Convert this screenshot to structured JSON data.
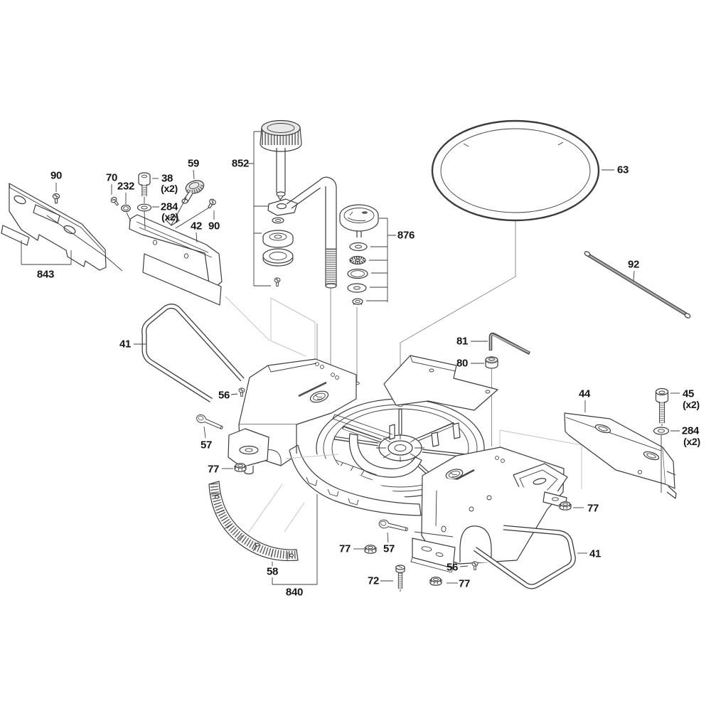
{
  "figure": {
    "type": "exploded-parts-diagram",
    "line_color": "#3b3b3b",
    "ghost_line_color": "#c3c3c3",
    "metal_fill": "#e9e9e9",
    "background": "#ffffff"
  },
  "labels": [
    {
      "text": "90"
    },
    {
      "text": "70"
    },
    {
      "text": "232"
    },
    {
      "text": "38"
    },
    {
      "text": "(x2)"
    },
    {
      "text": "284"
    },
    {
      "text": "(x2)"
    },
    {
      "text": "59"
    },
    {
      "text": "42"
    },
    {
      "text": "90"
    },
    {
      "text": "852"
    },
    {
      "text": "876"
    },
    {
      "text": "63"
    },
    {
      "text": "92"
    },
    {
      "text": "81"
    },
    {
      "text": "80"
    },
    {
      "text": "44"
    },
    {
      "text": "45"
    },
    {
      "text": "(x2)"
    },
    {
      "text": "284"
    },
    {
      "text": "(x2)"
    },
    {
      "text": "843"
    },
    {
      "text": "41"
    },
    {
      "text": "56"
    },
    {
      "text": "57"
    },
    {
      "text": "77"
    },
    {
      "text": "58"
    },
    {
      "text": "840"
    },
    {
      "text": "77"
    },
    {
      "text": "57"
    },
    {
      "text": "72"
    },
    {
      "text": "56"
    },
    {
      "text": "77"
    },
    {
      "text": "77"
    },
    {
      "text": "41"
    }
  ]
}
